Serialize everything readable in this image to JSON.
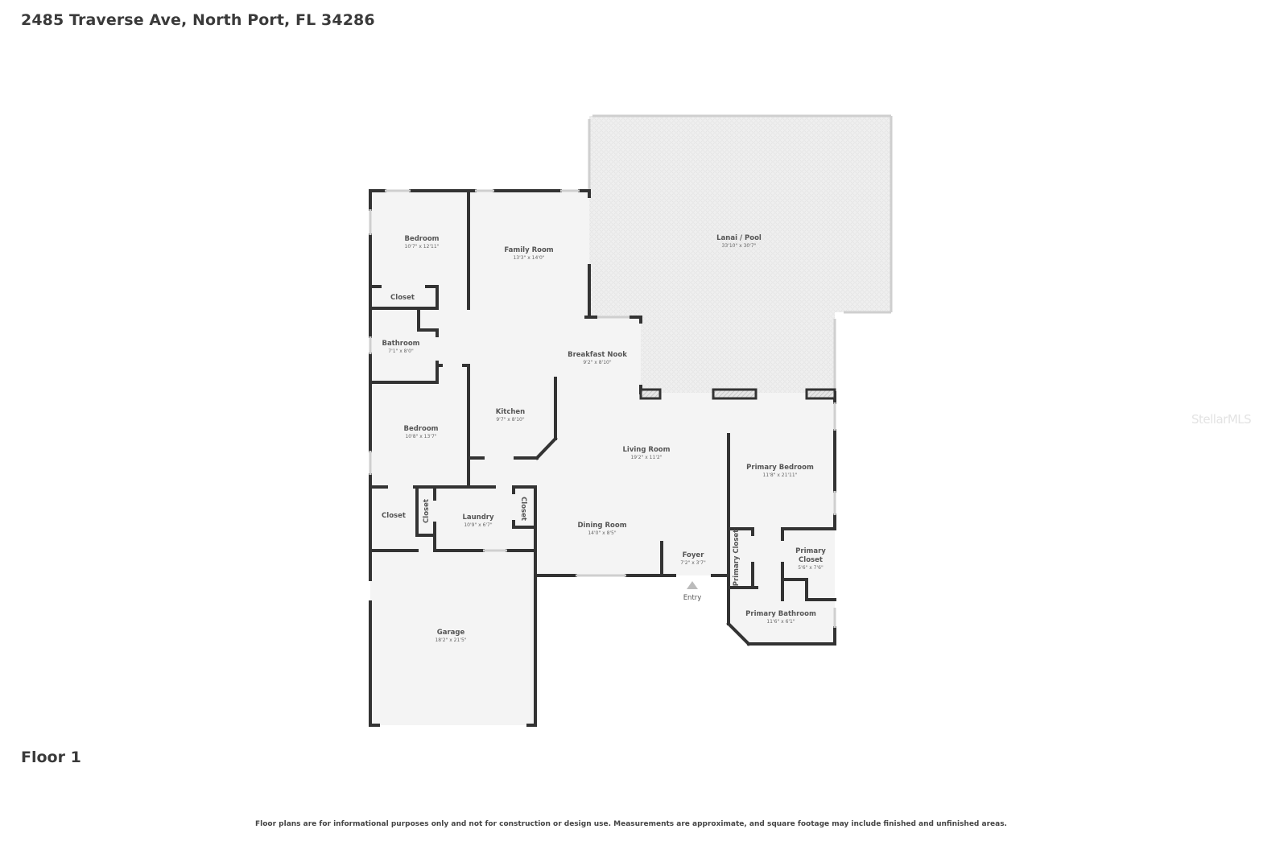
{
  "header": {
    "title": "2485 Traverse Ave, North Port, FL 34286"
  },
  "floor": {
    "label": "Floor 1"
  },
  "footer": {
    "disclaimer": "Floor plans are for informational purposes only and not for construction or design use. Measurements are approximate, and square footage may include finished and unfinished areas."
  },
  "watermark": "StellarMLS",
  "colors": {
    "wall": "#333333",
    "floor": "#f4f4f4",
    "lanai": "#ececec",
    "window": "#d6d6d6",
    "text": "#3a3a3a"
  },
  "rooms": {
    "bedroom_nw": {
      "name": "Bedroom",
      "dims": "10'7\" x 12'11\""
    },
    "family_room": {
      "name": "Family Room",
      "dims": "13'3\" x 14'0\""
    },
    "lanai": {
      "name": "Lanai / Pool",
      "dims": "33'10\" x 30'7\""
    },
    "closet_nw": {
      "name": "Closet"
    },
    "bathroom": {
      "name": "Bathroom",
      "dims": "7'1\" x 8'0\""
    },
    "breakfast_nook": {
      "name": "Breakfast Nook",
      "dims": "9'2\" x 8'10\""
    },
    "kitchen": {
      "name": "Kitchen",
      "dims": "9'7\" x 8'10\""
    },
    "bedroom_w": {
      "name": "Bedroom",
      "dims": "10'8\" x 13'7\""
    },
    "living_room": {
      "name": "Living Room",
      "dims": "19'2\" x 11'2\""
    },
    "primary_bedroom": {
      "name": "Primary Bedroom",
      "dims": "11'8\" x 21'11\""
    },
    "closet_sw": {
      "name": "Closet"
    },
    "closet_small_vertical": {
      "name": "Closet"
    },
    "laundry": {
      "name": "Laundry",
      "dims": "10'9\" x 6'7\""
    },
    "closet_laundry_vertical": {
      "name": "Closet"
    },
    "dining_room": {
      "name": "Dining Room",
      "dims": "14'0\" x 8'5\""
    },
    "foyer": {
      "name": "Foyer",
      "dims": "7'2\" x 3'7\""
    },
    "primary_closet_vertical": {
      "name": "Primary Closet"
    },
    "primary_closet": {
      "name": "Primary Closet",
      "dims": "5'6\" x 7'6\""
    },
    "primary_bathroom": {
      "name": "Primary Bathroom",
      "dims": "11'6\" x 6'1\""
    },
    "garage": {
      "name": "Garage",
      "dims": "18'2\" x 21'5\""
    }
  },
  "entry": {
    "label": "Entry"
  }
}
